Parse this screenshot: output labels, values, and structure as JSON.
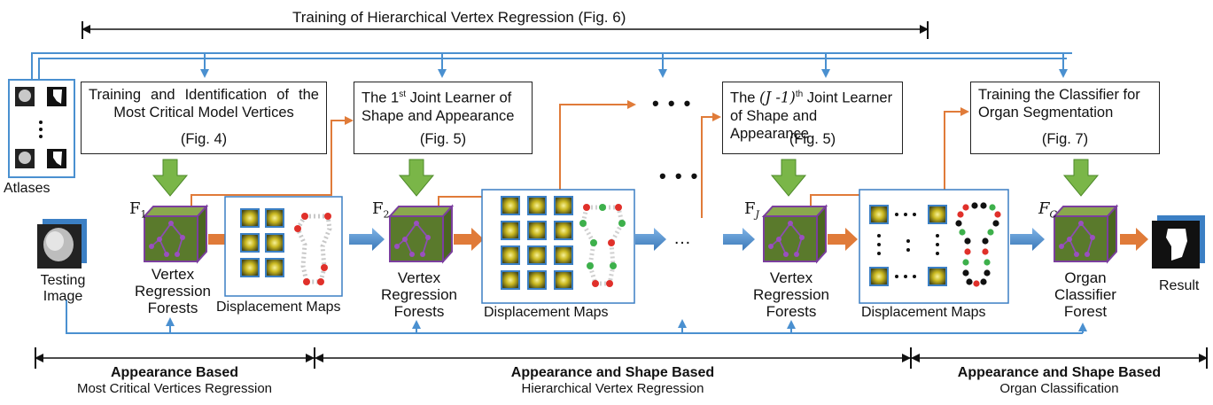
{
  "title": "Training of Hierarchical Vertex Regression (Fig. 6)",
  "atlases_label": "Atlases",
  "testing_image_label": "Testing Image",
  "result_label": "Result",
  "boxes": [
    {
      "text": "Training and Identification of the Most Critical Model Vertices",
      "fig": "(Fig. 4)"
    },
    {
      "text_pre": "The 1",
      "text_sup": "st",
      "text_post": " Joint Learner of Shape and Appearance",
      "fig": "(Fig. 5)"
    },
    {
      "text_pre": "The ",
      "text_math": "(J -1)",
      "text_sup": "th",
      "text_post": " Joint Learner of Shape and Appearance",
      "fig": "(Fig. 5)"
    },
    {
      "text": "Training the Classifier for Organ Segmentation",
      "fig": "(Fig. 7)"
    }
  ],
  "forests": [
    {
      "symbol": "F",
      "sub": "1",
      "label": "Vertex Regression Forests"
    },
    {
      "symbol": "F",
      "sub": "2",
      "label": "Vertex Regression Forests"
    },
    {
      "symbol": "F",
      "sub": "J",
      "label": "Vertex Regression Forests"
    },
    {
      "symbol": "F",
      "sub": "C",
      "label": "Organ Classifier Forest"
    }
  ],
  "maps": [
    {
      "label": "Displacement Maps"
    },
    {
      "label": "Displacement Maps"
    },
    {
      "label": "Displacement Maps"
    }
  ],
  "ellipsis": "…",
  "ellipsis_dots": "• • •",
  "stages": [
    {
      "bold": "Appearance Based",
      "sub": "Most Critical Vertices Regression"
    },
    {
      "bold": "Appearance and Shape Based",
      "sub": "Hierarchical Vertex Regression"
    },
    {
      "bold": "Appearance and Shape Based",
      "sub": "Organ Classification"
    }
  ],
  "colors": {
    "blue": "#4a90d0",
    "orange": "#e07b39",
    "green": "#7ab648",
    "cube_face": "#5a7a2c",
    "cube_border": "#7b3f9e",
    "point_red": "#e0302a",
    "point_green": "#3db04b"
  }
}
